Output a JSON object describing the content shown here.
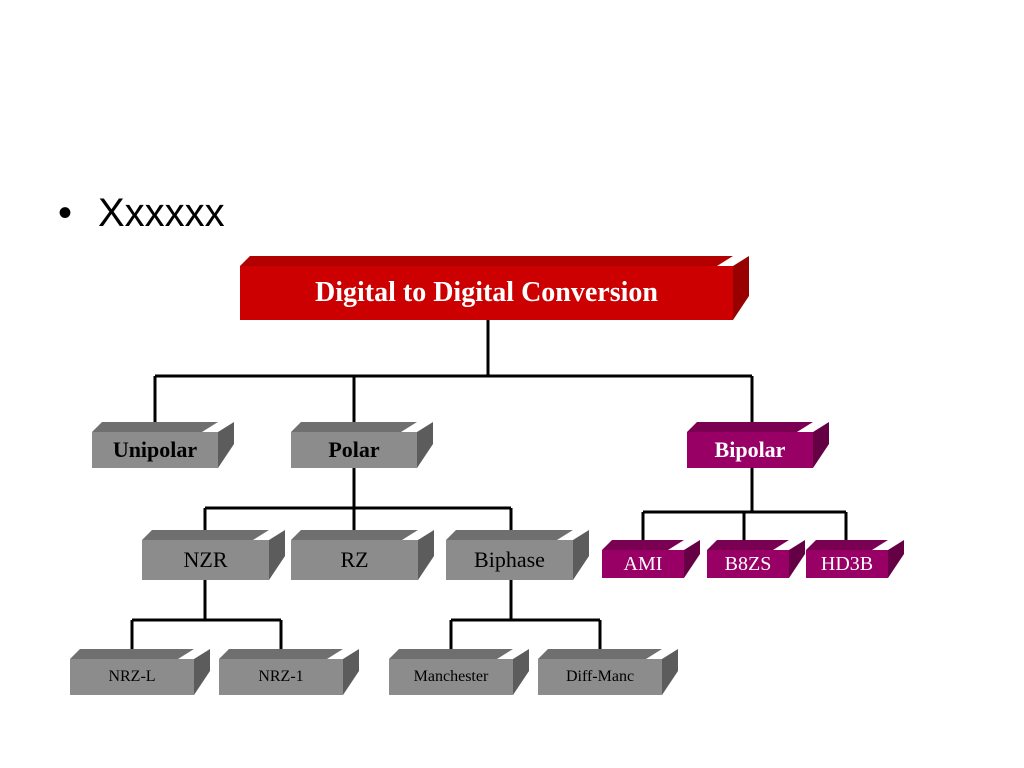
{
  "slide": {
    "bullet_glyph": "•",
    "bullet_text": "Xxxxxx"
  },
  "diagram": {
    "root": "Digital to Digital Conversion",
    "level1": {
      "unipolar": "Unipolar",
      "polar": "Polar",
      "bipolar": "Bipolar"
    },
    "polar_children": {
      "nzr": "NZR",
      "rz": "RZ",
      "biphase": "Biphase"
    },
    "nzr_children": {
      "nrz_l": "NRZ-L",
      "nrz_1": "NRZ-1"
    },
    "biphase_children": {
      "manchester": "Manchester",
      "diff_manc": "Diff-Manc"
    },
    "bipolar_children": {
      "ami": "AMI",
      "b8zs": "B8ZS",
      "hd3b": "HD3B"
    },
    "colors": {
      "root": "#cc0000",
      "gray_box": "#8c8c8c",
      "bipolar_box": "#990066",
      "connector": "#000000"
    }
  }
}
